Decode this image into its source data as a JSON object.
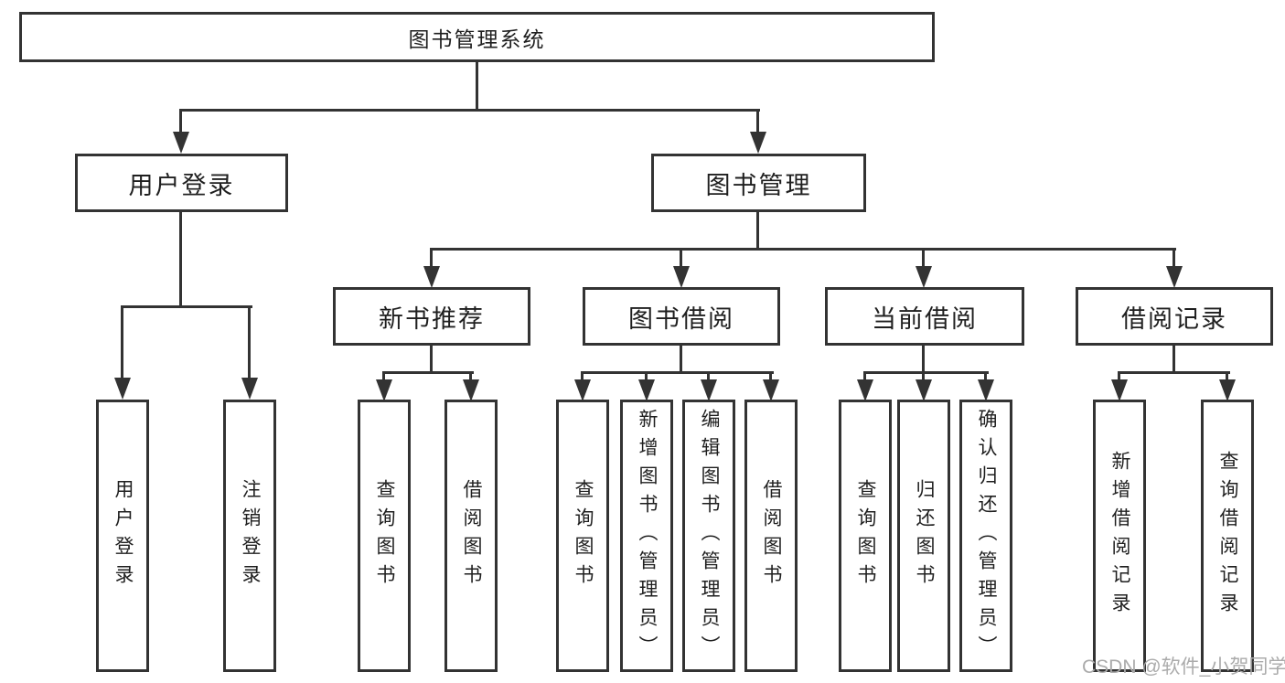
{
  "root": {
    "label": "图书管理系统"
  },
  "branches": [
    {
      "label": "用户登录",
      "leaves": [
        {
          "label": "用户登录"
        },
        {
          "label": "注销登录"
        }
      ]
    },
    {
      "label": "图书管理",
      "groups": [
        {
          "label": "新书推荐",
          "leaves": [
            {
              "label": "查询图书"
            },
            {
              "label": "借阅图书"
            }
          ]
        },
        {
          "label": "图书借阅",
          "leaves": [
            {
              "label": "查询图书"
            },
            {
              "label": "新增图书（管理员）"
            },
            {
              "label": "编辑图书（管理员）"
            },
            {
              "label": "借阅图书"
            }
          ]
        },
        {
          "label": "当前借阅",
          "leaves": [
            {
              "label": "查询图书"
            },
            {
              "label": "归还图书"
            },
            {
              "label": "确认归还（管理员）"
            }
          ]
        },
        {
          "label": "借阅记录",
          "leaves": [
            {
              "label": "新增借阅记录"
            },
            {
              "label": "查询借阅记录"
            }
          ]
        }
      ]
    }
  ],
  "watermark": {
    "text": "CSDN @软件_小贺同学"
  },
  "colors": {
    "line": "#333333",
    "text": "#1f1f1f",
    "background": "#ffffff",
    "watermark": "#ababab"
  }
}
